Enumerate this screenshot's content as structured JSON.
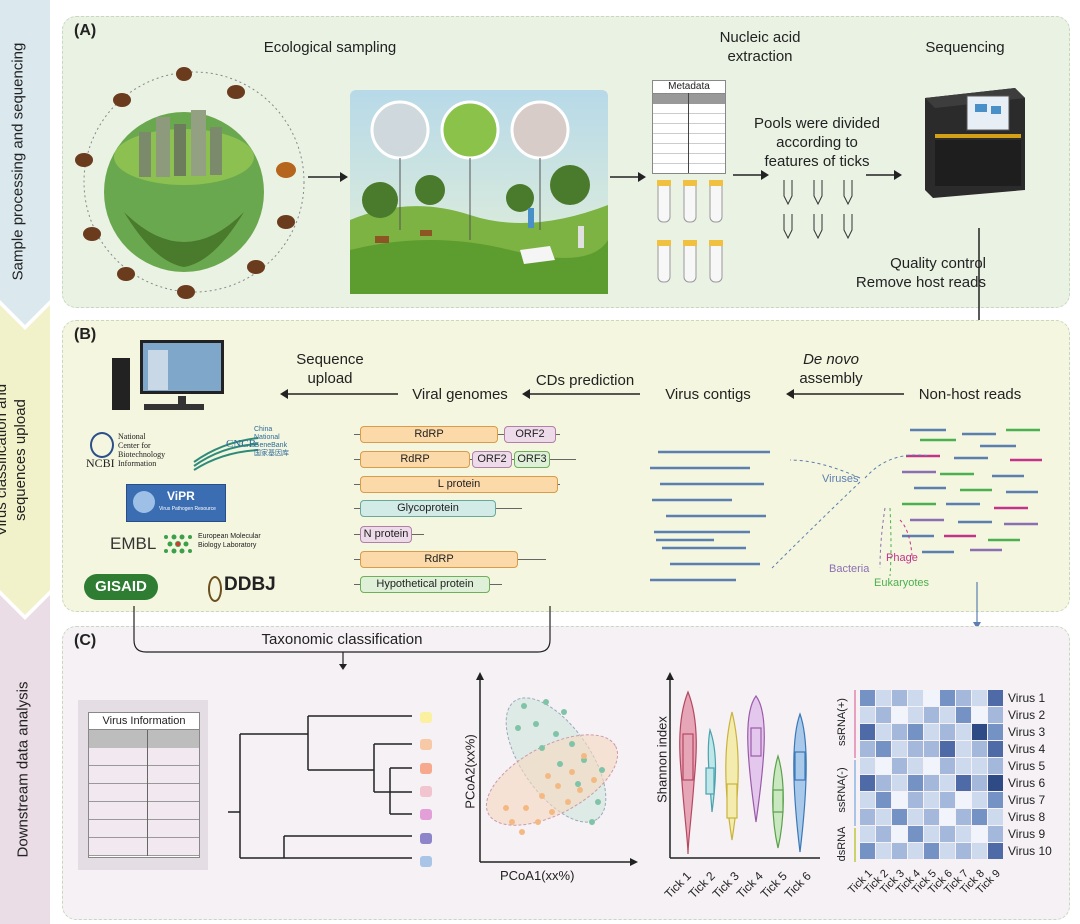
{
  "sidebar": {
    "section_1": "Sample processing and sequencing",
    "section_2_line1": "Virus classification and",
    "section_2_line2": "sequences upload",
    "section_3": "Downstream data analysis"
  },
  "panel_a": {
    "label": "(A)",
    "ecological_sampling": "Ecological sampling",
    "nucleic_acid_line1": "Nucleic acid",
    "nucleic_acid_line2": "extraction",
    "sequencing": "Sequencing",
    "metadata": "Metadata",
    "pools_line1": "Pools were divided",
    "pools_line2": "according to",
    "pools_line3": "features of ticks",
    "qc_line1": "Quality control",
    "qc_line2": "Remove host reads"
  },
  "panel_b": {
    "label": "(B)",
    "sequence_upload_line1": "Sequence",
    "sequence_upload_line2": "upload",
    "viral_genomes": "Viral genomes",
    "cds_prediction": "CDs prediction",
    "virus_contigs": "Virus contigs",
    "de_novo": "De novo",
    "assembly": "assembly",
    "non_host_reads": "Non-host reads",
    "viruses": "Viruses",
    "bacteria": "Bacteria",
    "phage": "Phage",
    "eukaryotes": "Eukaryotes",
    "genes": {
      "rdrp": "RdRP",
      "orf2": "ORF2",
      "orf3": "ORF3",
      "l_protein": "L protein",
      "glycoprotein": "Glycoprotein",
      "n_protein": "N protein",
      "hypothetical": "Hypothetical protein"
    },
    "databases": {
      "ncbi": "NCBI",
      "ncbi_full_1": "National",
      "ncbi_full_2": "Center for",
      "ncbi_full_3": "Biotechnology",
      "ncbi_full_4": "Information",
      "cncb": "CNCB",
      "cncb_1": "China",
      "cncb_2": "National",
      "cncb_3": "GeneBank",
      "cncb_4": "国家基因库",
      "vipr": "ViPR",
      "vipr_sub": "Virus Pathogen Resource",
      "embl": "EMBL",
      "embl_1": "European Molecular",
      "embl_2": "Biology Laboratory",
      "gisaid": "GISAID",
      "ddbj": "DDBJ"
    }
  },
  "panel_c": {
    "label": "(C)",
    "taxonomic": "Taxonomic classification",
    "virus_information": "Virus Information",
    "pcoa1": "PCoA1(xx%)",
    "pcoa2": "PCoA2(xx%)",
    "shannon": "Shannon index",
    "ticks": [
      "Tick 1",
      "Tick 2",
      "Tick 3",
      "Tick 4",
      "Tick 5",
      "Tick 6"
    ],
    "heat_cols": [
      "Tick 1",
      "Tick 2",
      "Tick 3",
      "Tick 4",
      "Tick 5",
      "Tick 6",
      "Tick 7",
      "Tick 8",
      "Tick 9"
    ],
    "viruses": [
      "Virus 1",
      "Virus 2",
      "Virus 3",
      "Virus 4",
      "Virus 5",
      "Virus 6",
      "Virus 7",
      "Virus 8",
      "Virus 9",
      "Virus 10"
    ],
    "groups": [
      "ssRNA(+)",
      "ssRNA(-)",
      "dsRNA"
    ]
  },
  "colors": {
    "panel_a_bg": "#eaf2e4",
    "panel_b_bg": "#f4f6df",
    "panel_c_bg": "#f5f1f4",
    "read_blue": "#5b7fb0",
    "read_green": "#4caf50",
    "read_magenta": "#c2338a",
    "read_purple": "#8a6fb3",
    "gene_orange": "#fbd9a8",
    "gene_teal": "#d3ebe6",
    "gene_pink": "#eedbe9"
  }
}
